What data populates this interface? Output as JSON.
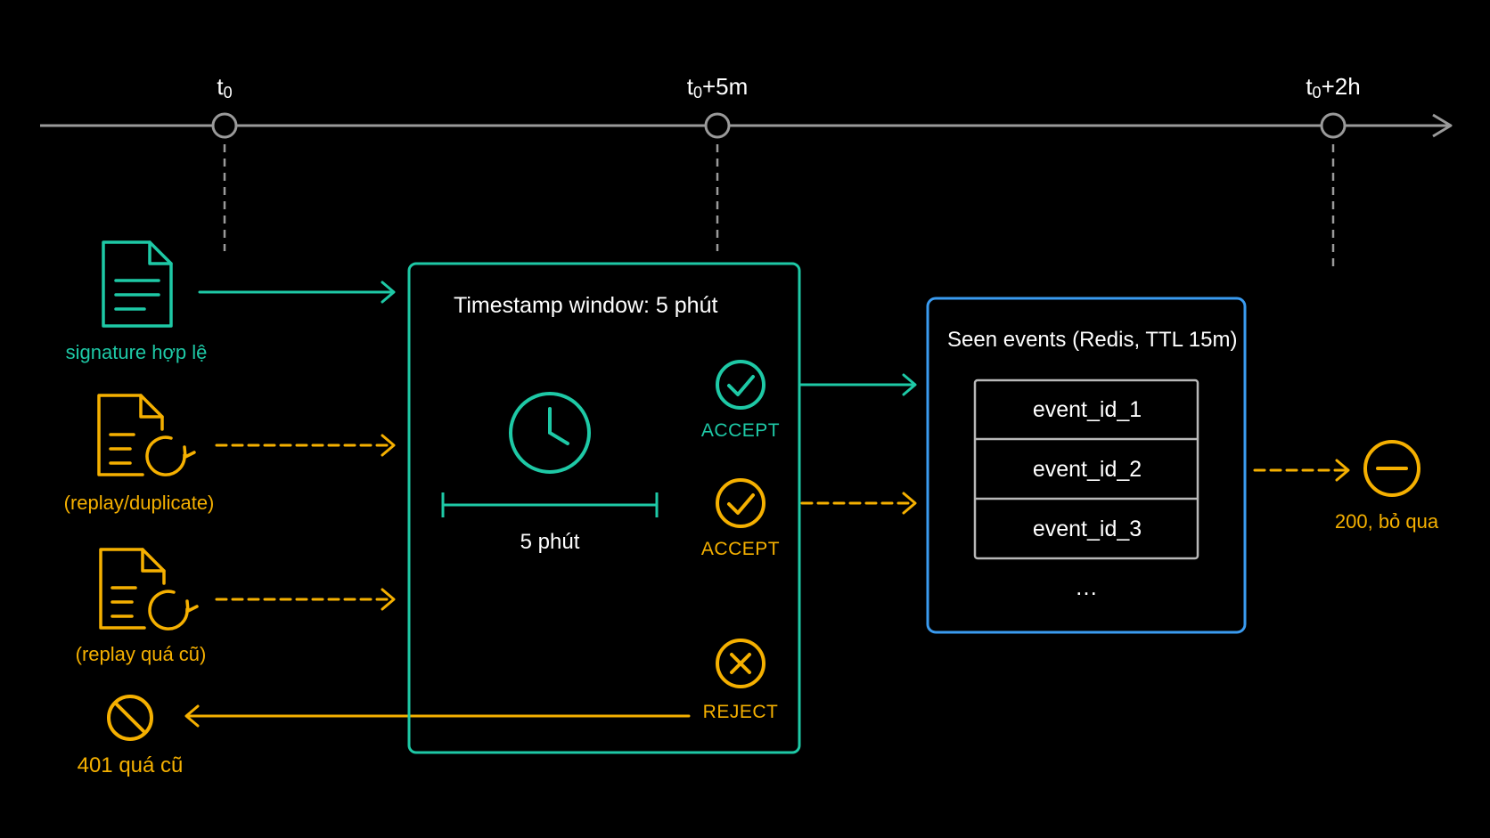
{
  "colors": {
    "background": "#000000",
    "teal": "#1ec9a6",
    "orange": "#f5b000",
    "blue": "#3a9bf0",
    "axis": "#9a9a9a",
    "white": "#ffffff"
  },
  "timeline": {
    "ticks": [
      {
        "base": "t",
        "sub": "0",
        "suffix": ""
      },
      {
        "base": "t",
        "sub": "0",
        "suffix": "+5m"
      },
      {
        "base": "t",
        "sub": "0",
        "suffix": "+2h"
      }
    ]
  },
  "inputs": {
    "valid": {
      "label": "signature hợp lệ",
      "icon": "document-icon"
    },
    "duplicate": {
      "label": "(replay/duplicate)",
      "icon": "document-replay-icon"
    },
    "old": {
      "label": "(replay quá cũ)",
      "icon": "document-replay-icon"
    },
    "rejected": {
      "label": "401 quá cũ",
      "icon": "prohibited-icon"
    }
  },
  "window_box": {
    "title": "Timestamp window: 5 phút",
    "span_label": "5 phút",
    "icon": "clock-icon",
    "verdicts": {
      "accept_1": "ACCEPT",
      "accept_2": "ACCEPT",
      "reject": "REJECT"
    }
  },
  "seen_box": {
    "title": "Seen events (Redis, TTL 15m)",
    "rows": [
      "event_id_1",
      "event_id_2",
      "event_id_3"
    ],
    "more": "…"
  },
  "outcome": {
    "label": "200, bỏ qua",
    "icon": "minus-circle-icon"
  }
}
